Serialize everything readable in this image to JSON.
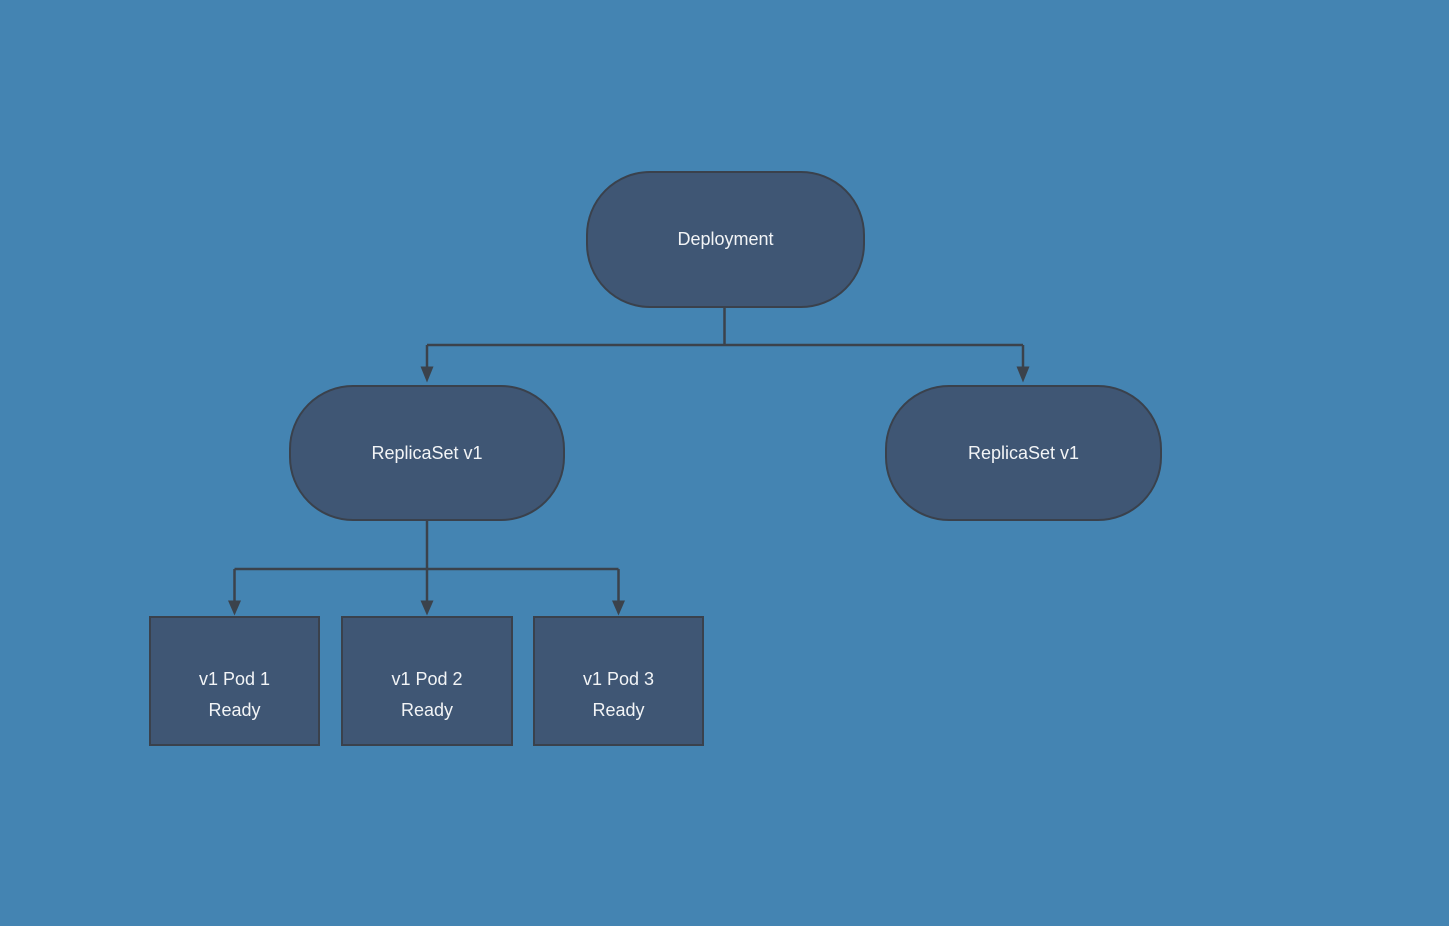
{
  "diagram": {
    "kind": "kubernetes-deployment-tree",
    "colors": {
      "background": "#4484b2",
      "node_fill": "#3f5674",
      "node_border": "#3a414c",
      "connector": "#3b424b",
      "text": "#f2f4f6"
    },
    "nodes": {
      "deployment": {
        "label": "Deployment",
        "shape": "rounded"
      },
      "replicaset_left": {
        "label": "ReplicaSet v1",
        "shape": "rounded"
      },
      "replicaset_right": {
        "label": "ReplicaSet v1",
        "shape": "rounded"
      },
      "pods": [
        {
          "label": "v1 Pod 1",
          "status": "Ready",
          "shape": "rectangle"
        },
        {
          "label": "v1 Pod 2",
          "status": "Ready",
          "shape": "rectangle"
        },
        {
          "label": "v1 Pod 3",
          "status": "Ready",
          "shape": "rectangle"
        }
      ]
    },
    "edges": [
      {
        "from": "Deployment",
        "to": "ReplicaSet v1 (left)"
      },
      {
        "from": "Deployment",
        "to": "ReplicaSet v1 (right)"
      },
      {
        "from": "ReplicaSet v1 (left)",
        "to": "v1 Pod 1"
      },
      {
        "from": "ReplicaSet v1 (left)",
        "to": "v1 Pod 2"
      },
      {
        "from": "ReplicaSet v1 (left)",
        "to": "v1 Pod 3"
      }
    ]
  }
}
